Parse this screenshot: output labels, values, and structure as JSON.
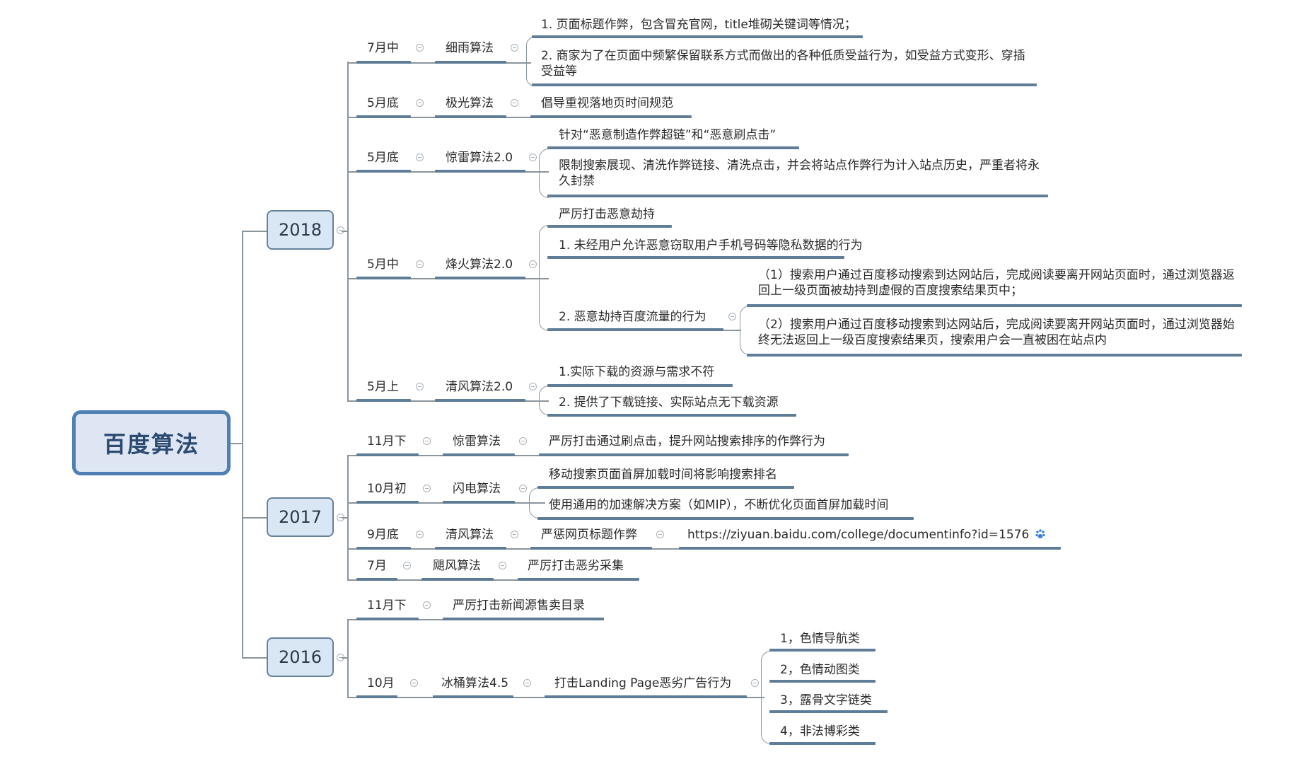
{
  "root": {
    "label": "百度算法"
  },
  "colors": {
    "root_border": "#4f7fb3",
    "root_fill": "#dde6f2",
    "year_fill": "#d9e7f5",
    "underline": "#5f7d96",
    "connector": "#8a959c"
  },
  "years": [
    {
      "label": "2018",
      "rows": [
        {
          "date": "7月中",
          "algo": "细雨算法",
          "items": [
            "1. 页面标题作弊，包含冒充官网，title堆砌关键词等情况；",
            "2. 商家为了在页面中频繁保留联系方式而做出的各种低质受益行为，如受益方式变形、穿插受益等"
          ]
        },
        {
          "date": "5月底",
          "algo": "极光算法",
          "items": [
            "倡导重视落地页时间规范"
          ]
        },
        {
          "date": "5月底",
          "algo": "惊雷算法2.0",
          "items": [
            "针对“恶意制造作弊超链”和“恶意刷点击”",
            "限制搜索展现、清洗作弊链接、清洗点击，并会将站点作弊行为计入站点历史，严重者将永久封禁"
          ]
        },
        {
          "date": "5月中",
          "algo": "烽火算法2.0",
          "items": [
            "严厉打击恶意劫持",
            "1. 未经用户允许恶意窃取用户手机号码等隐私数据的行为",
            "2. 恶意劫持百度流量的行为"
          ],
          "subitems": [
            "（1）搜索用户通过百度移动搜索到达网站后，完成阅读要离开网站页面时，通过浏览器返回上一级页面被劫持到虚假的百度搜索结果页中；",
            "（2）搜索用户通过百度移动搜索到达网站后，完成阅读要离开网站页面时，通过浏览器始终无法返回上一级百度搜索结果页，搜索用户会一直被困在站点内"
          ]
        },
        {
          "date": "5月上",
          "algo": "清风算法2.0",
          "items": [
            "1.实际下载的资源与需求不符",
            "2. 提供了下载链接、实际站点无下载资源"
          ]
        }
      ]
    },
    {
      "label": "2017",
      "rows": [
        {
          "date": "11月下",
          "algo": "惊雷算法",
          "items": [
            "严厉打击通过刷点击，提升网站搜索排序的作弊行为"
          ]
        },
        {
          "date": "10月初",
          "algo": "闪电算法",
          "items": [
            "移动搜索页面首屏加载时间将影响搜索排名",
            "使用通用的加速解决方案（如MIP），不断优化页面首屏加载时间"
          ]
        },
        {
          "date": "9月底",
          "algo": "清风算法",
          "items": [
            "严惩网页标题作弊"
          ],
          "link": "https://ziyuan.baidu.com/college/documentinfo?id=1576",
          "link_icon": "baidu-paw-icon"
        },
        {
          "date": "7月",
          "algo": "飓风算法",
          "items": [
            "严厉打击恶劣采集"
          ]
        }
      ]
    },
    {
      "label": "2016",
      "rows": [
        {
          "date": "11月下",
          "items": [
            "严厉打击新闻源售卖目录"
          ]
        },
        {
          "date": "10月",
          "algo": "冰桶算法4.5",
          "items": [
            "打击Landing Page恶劣广告行为"
          ],
          "subitems": [
            "1，色情导航类",
            "2，色情动图类",
            "3，露骨文字链类",
            "4，非法博彩类"
          ]
        }
      ]
    }
  ]
}
